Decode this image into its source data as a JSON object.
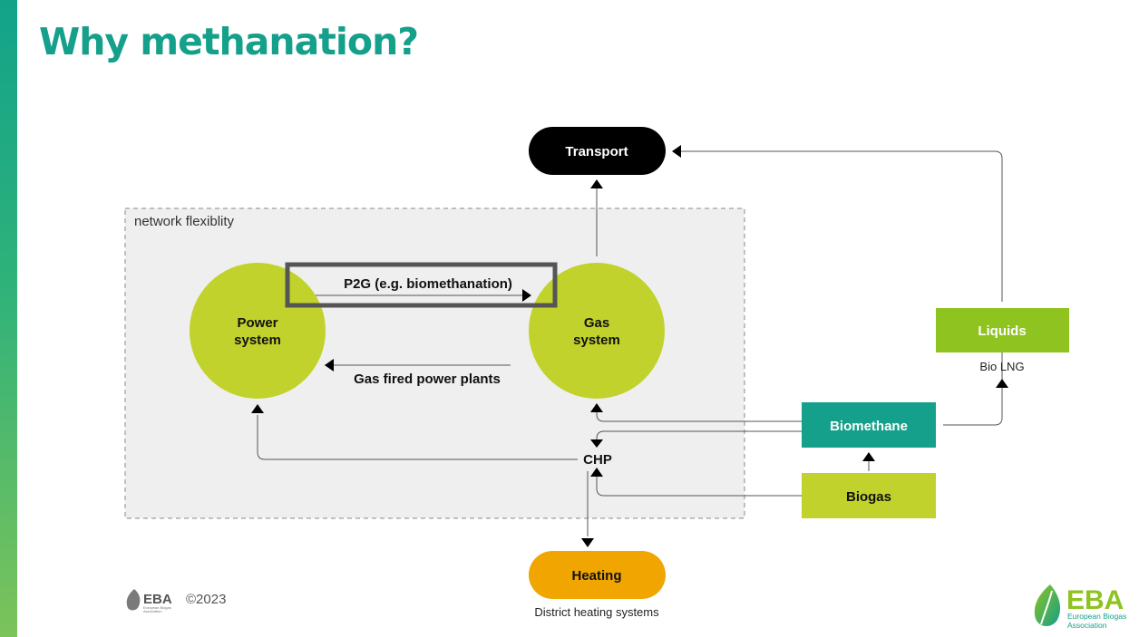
{
  "slide": {
    "title": "Why methanation?",
    "copyright": "©2023"
  },
  "diagram": {
    "network_label": "network flexiblity",
    "nodes": {
      "transport": "Transport",
      "power_system_l1": "Power",
      "power_system_l2": "system",
      "gas_system_l1": "Gas",
      "gas_system_l2": "system",
      "liquids": "Liquids",
      "biomethane": "Biomethane",
      "biogas": "Biogas",
      "chp": "CHP",
      "heating": "Heating"
    },
    "edge_labels": {
      "p2g": "P2G (e.g. biomethanation)",
      "gas_fired": "Gas fired power plants",
      "bio_lng": "Bio LNG",
      "district_heating": "District heating systems"
    }
  },
  "logo": {
    "abbr": "EBA",
    "full_name_l1": "European Biogas",
    "full_name_l2": "Association"
  },
  "colors": {
    "teal": "#14a08a",
    "lime": "#c0d22b",
    "green": "#8fc31f",
    "orange": "#f0a500",
    "black": "#000000",
    "network_bg": "#efefef"
  }
}
